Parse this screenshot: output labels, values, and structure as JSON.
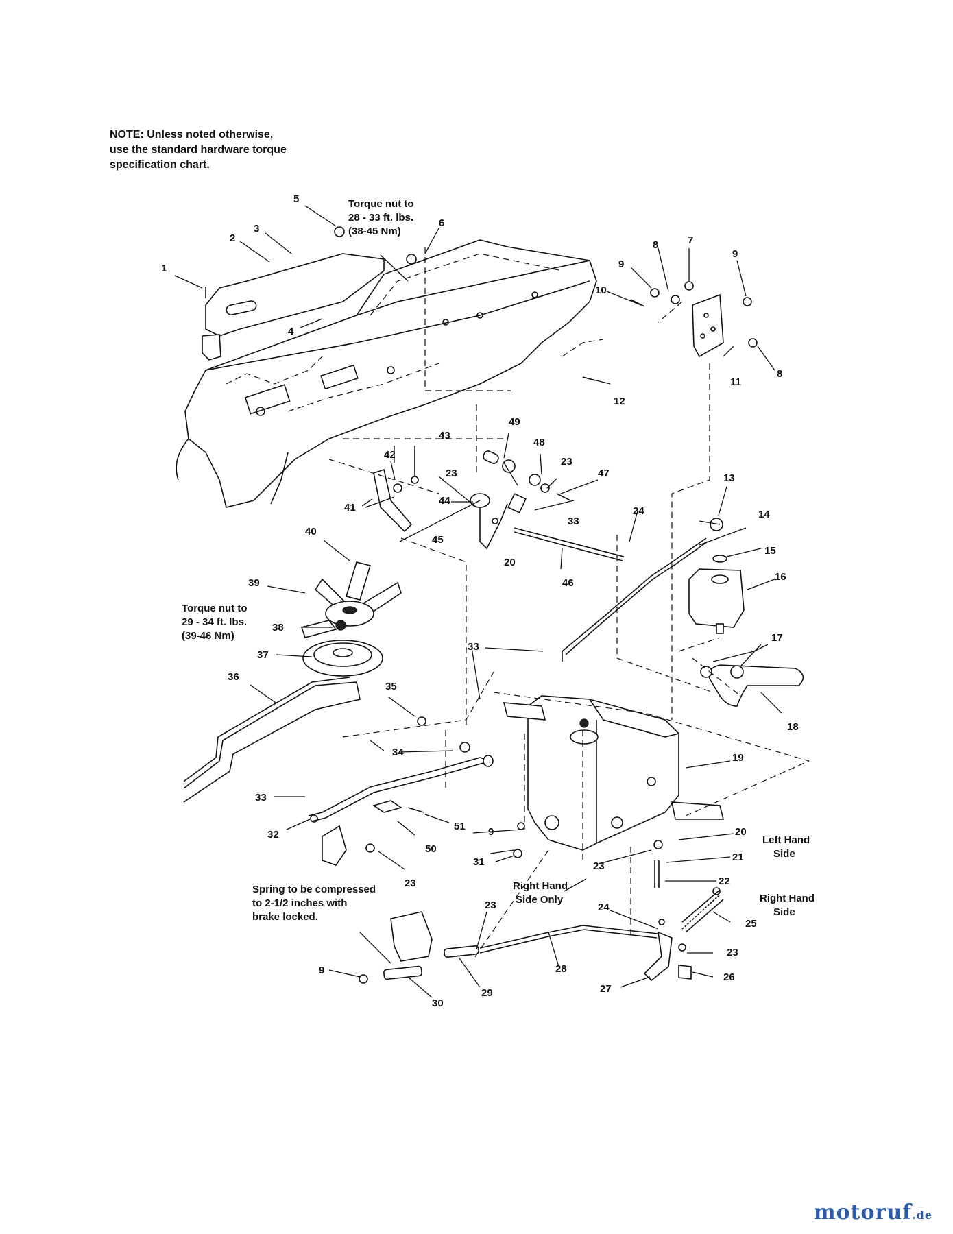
{
  "note": {
    "line1": "NOTE: Unless noted otherwise,",
    "line2": "use the standard hardware torque",
    "line3": "specification chart."
  },
  "annotations": {
    "torque1": [
      "Torque nut to",
      "28 - 33 ft. lbs.",
      "(38-45 Nm)"
    ],
    "torque2": [
      "Torque nut to",
      "29 - 34 ft. lbs.",
      "(39-46 Nm)"
    ],
    "spring": [
      "Spring to be compressed",
      "to 2-1/2 inches with",
      "brake locked."
    ],
    "left_hand_side": [
      "Left Hand",
      "Side"
    ],
    "right_hand_side": [
      "Right Hand",
      "Side"
    ],
    "right_hand_side_only": [
      "Right Hand",
      "Side Only"
    ]
  },
  "part_labels": {
    "p1": "1",
    "p2": "2",
    "p3": "3",
    "p4": "4",
    "p5": "5",
    "p6": "6",
    "p7": "7",
    "p8a": "8",
    "p8b": "8",
    "p9a": "9",
    "p9b": "9",
    "p9c": "9",
    "p9d": "9",
    "p10": "10",
    "p11": "11",
    "p12": "12",
    "p13": "13",
    "p14": "14",
    "p15": "15",
    "p16": "16",
    "p17": "17",
    "p18": "18",
    "p19": "19",
    "p20a": "20",
    "p20b": "20",
    "p21": "21",
    "p22": "22",
    "p23a": "23",
    "p23b": "23",
    "p23c": "23",
    "p23d": "23",
    "p23e": "23",
    "p23f": "23",
    "p24a": "24",
    "p24b": "24",
    "p25": "25",
    "p26": "26",
    "p27": "27",
    "p28": "28",
    "p29": "29",
    "p30": "30",
    "p31": "31",
    "p32": "32",
    "p33a": "33",
    "p33b": "33",
    "p33c": "33",
    "p34": "34",
    "p35": "35",
    "p36": "36",
    "p37": "37",
    "p38": "38",
    "p39": "39",
    "p40": "40",
    "p41": "41",
    "p42": "42",
    "p43": "43",
    "p44": "44",
    "p45": "45",
    "p46": "46",
    "p47": "47",
    "p48": "48",
    "p49": "49",
    "p50": "50",
    "p51": "51"
  },
  "watermark": {
    "main": "motoruf",
    "suffix": ".de"
  }
}
